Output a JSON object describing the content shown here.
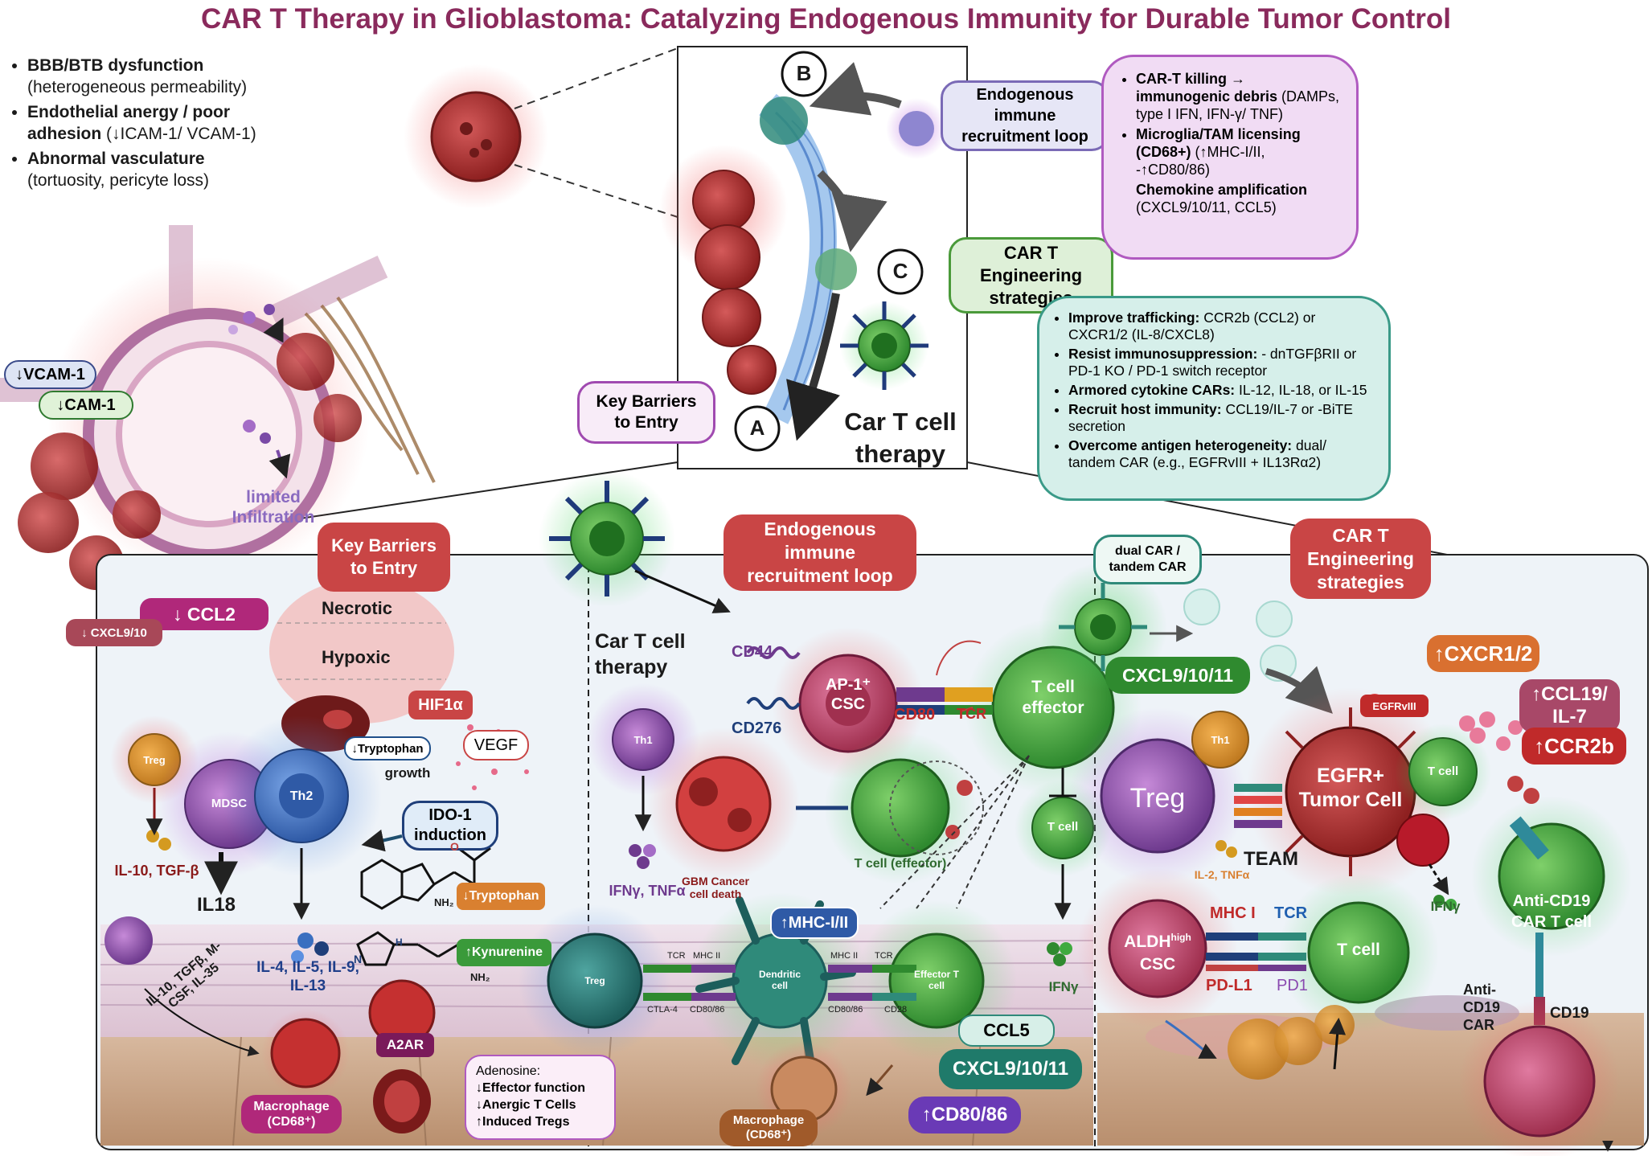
{
  "title": "CAR T Therapy in Glioblastoma: Catalyzing Endogenous Immunity for Durable Tumor Control",
  "barriers": [
    {
      "bold": "BBB/BTB dysfunction",
      "rest": " (heterogeneous permeability)"
    },
    {
      "bold": "Endothelial anergy / poor adhesion",
      "rest": " (↓ICAM-1/ VCAM-1)"
    },
    {
      "bold": "Abnormal vasculature",
      "rest": " (tortuosity, pericyte loss)"
    }
  ],
  "legend_labels": {
    "key_barriers": "Key Barriers to Entry",
    "endogenous_loop": "Endogenous immune recruitment loop",
    "car_engineering": "CAR T Engineering strategies",
    "car_therapy": "Car T cell therapy",
    "point_a": "A",
    "point_b": "B",
    "point_c": "C"
  },
  "endogenous_box": [
    {
      "bold": "CAR-T killing → immunogenic debris",
      "rest": " (DAMPs, type I IFN, IFN-γ/ TNF)"
    },
    {
      "bold": "Microglia/TAM licensing (CD68+)",
      "rest": " (↑MHC-I/II, -↑CD80/86)"
    },
    {
      "bold": "Chemokine amplification",
      "rest": " (CXCL9/10/11, CCL5)"
    }
  ],
  "engineering_box": [
    {
      "bold": "Improve trafficking:",
      "rest": " CCR2b (CCL2) or CXCR1/2 (IL-8/CXCL8)"
    },
    {
      "bold": "Resist immunosuppression:",
      "rest": " - dnTGFβRII or PD-1 KO / PD-1 switch receptor"
    },
    {
      "bold": "Armored cytokine CARs:",
      "rest": " IL-12, IL-18, or IL-15"
    },
    {
      "bold": "Recruit host immunity:",
      "rest": " CCL19/IL-7 or -BiTE secretion"
    },
    {
      "bold": "Overcome antigen heterogeneity:",
      "rest": " dual/ tandem CAR (e.g., EGFRvIII + IL13Rα2)"
    }
  ],
  "vessel": {
    "vcam": "↓VCAM-1",
    "cam": "↓CAM-1",
    "limited": "limited Infiltration",
    "ccl2": "↓ CCL2",
    "cxcl910": "↓ CXCL9/10",
    "necrotic": "Necrotic",
    "hypoxic": "Hypoxic",
    "hif1a": "HIF1α",
    "vegf": "VEGF",
    "growth": "growth",
    "tryp_down": "↓Tryptophan"
  },
  "left_panel": {
    "treg": "Treg",
    "mdsc": "MDSC",
    "th2": "Th2",
    "il10": "IL-10, TGF-β",
    "il18": "IL18",
    "ido": "IDO-1 induction",
    "tryp": "↓Tryptophan",
    "kyn": "↑Kynurenine",
    "ils": "IL-4, IL-5, IL-9, IL-13",
    "il10b": "IL-10, TGFβ, M-CSF, IL-35",
    "macrophage": "Macrophage (CD68⁺)",
    "a2ar": "A2AR",
    "adenosine_title": "Adenosine:",
    "adenosine": [
      "↓Effector function",
      "↓Anergic T Cells",
      "↑Induced Tregs"
    ],
    "nh2": "NH₂",
    "nh2b": "NH₂",
    "o": "O",
    "n": "N",
    "h": "H"
  },
  "middle_panel": {
    "cart": "Car T cell therapy",
    "th1": "Th1",
    "ifn": "IFNγ, TNFα",
    "cd44": "CD44",
    "cd276": "CD276",
    "ap1": "AP-1⁺ CSC",
    "cd80": "CD80",
    "tcr": "TCR",
    "teffector": "T cell effector",
    "gbm_death": "GBM Cancer cell death",
    "t_eff2": "T cell (effector)",
    "tcell": "T cell",
    "ifng": "IFNγ",
    "mhc": "↑MHC-I/II",
    "treg": "Treg",
    "dendritic": "Dendritic cell",
    "effector_t": "Effector T cell",
    "tcr_a": "TCR",
    "mhcii_a": "MHC II",
    "ctla4": "CTLA-4",
    "cd8086_a": "CD80/86",
    "mhcii_b": "MHC II",
    "tcr_b": "TCR",
    "cd8086_b": "CD80/86",
    "cd28": "CD28",
    "macrophage": "Macrophage (CD68⁺)",
    "ccl5": "CCL5",
    "cxcl": "CXCL9/10/11",
    "cd8086": "↑CD80/86"
  },
  "right_panel": {
    "dualcar": "dual CAR / tandem CAR",
    "cxcl": "CXCL9/10/11",
    "cxcr": "↑CXCR1/2",
    "ccl19": "↑CCL19/ IL-7",
    "ccr2b": "↑CCR2b",
    "egfrviii": "EGFRvIII",
    "egfr": "EGFR+ Tumor Cell",
    "treg": "Treg",
    "th1": "Th1",
    "team": "TEAM",
    "il2": "IL-2, TNFα",
    "tcell": "T cell",
    "ifng": "IFNγ",
    "aldh": "ALDH",
    "aldh_sup": "high",
    "csc": "CSC",
    "mhci": "MHC I",
    "tcr": "TCR",
    "pdl1": "PD-L1",
    "pd1": "PD1",
    "tcell2": "T cell",
    "anticd19": "Anti-CD19 CAR T cell",
    "anticd19car": "Anti-CD19 CAR",
    "cd19": "CD19"
  }
}
